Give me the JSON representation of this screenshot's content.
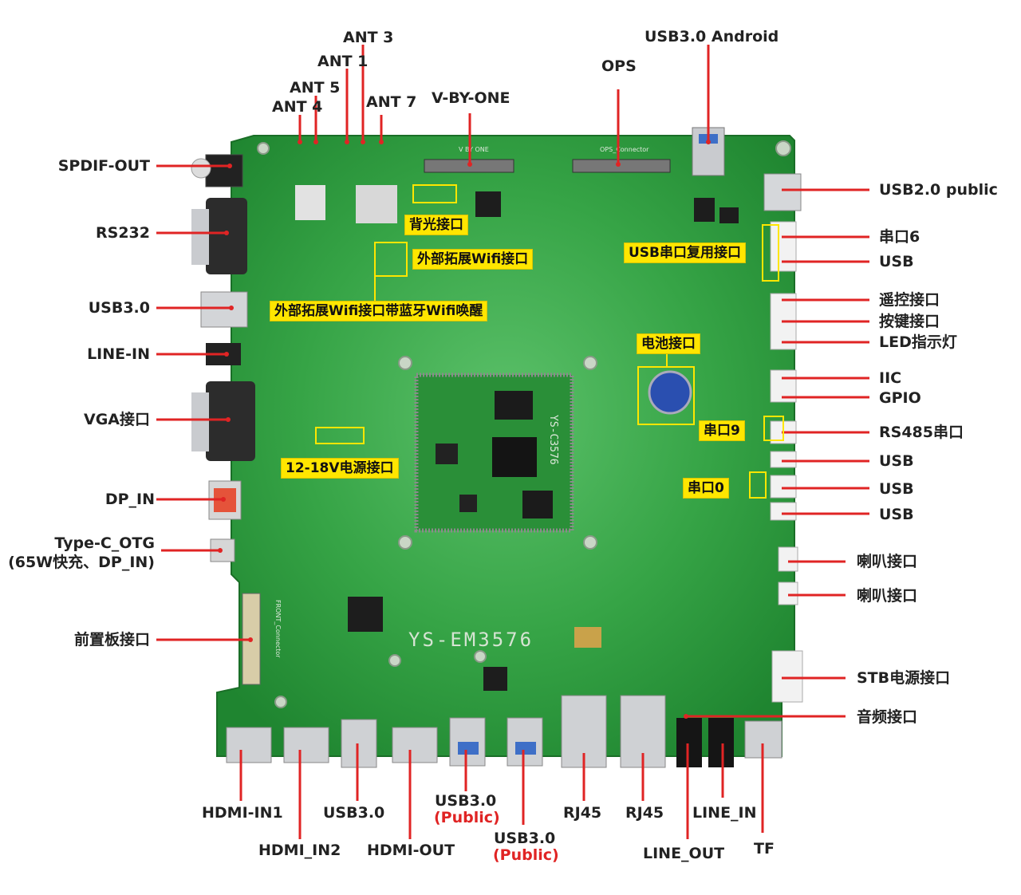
{
  "board": {
    "model": "YS-EM3576",
    "som": "YS-C3576",
    "vbyone_silk": "V BY ONE",
    "ops_silk": "OPS_Connector",
    "fpc_silk": "FRONT_Connector"
  },
  "labels": {
    "ant3": "ANT 3",
    "ant1": "ANT 1",
    "ant5": "ANT 5",
    "ant4": "ANT 4",
    "ant7": "ANT 7",
    "vbyone": "V-BY-ONE",
    "ops": "OPS",
    "usb30_android": "USB3.0 Android",
    "spdif_out": "SPDIF-OUT",
    "rs232": "RS232",
    "usb30_left": "USB3.0",
    "line_in_left": "LINE-IN",
    "vga": "VGA接口",
    "dp_in": "DP_IN",
    "typec_line1": "Type-C_OTG",
    "typec_line2": "(65W快充、DP_IN)",
    "front_panel": "前置板接口",
    "usb20_public": "USB2.0 public",
    "uart6": "串口6",
    "usb_r1": "USB",
    "remote": "遥控接口",
    "keys": "按键接口",
    "led": "LED指示灯",
    "iic": "IIC",
    "gpio": "GPIO",
    "rs485": "RS485串口",
    "usb_r2": "USB",
    "usb_r3": "USB",
    "usb_r4": "USB",
    "speaker1": "喇叭接口",
    "speaker2": "喇叭接口",
    "stb_power": "STB电源接口",
    "audio": "音频接口",
    "hdmi_in1": "HDMI-IN1",
    "hdmi_in2": "HDMI_IN2",
    "usb30_bottom": "USB3.0",
    "hdmi_out": "HDMI-OUT",
    "usb30_pub1": "USB3.0",
    "usb30_pub2": "USB3.0",
    "public": "(Public)",
    "rj45_1": "RJ45",
    "rj45_2": "RJ45",
    "line_out": "LINE_OUT",
    "line_in_bottom": "LINE_IN",
    "tf": "TF"
  },
  "tags": {
    "backlight": "背光接口",
    "ext_wifi": "外部拓展Wifi接口",
    "ext_wifi_bt": "外部拓展Wifi接口带蓝牙Wifi唤醒",
    "usb_uart": "USB串口复用接口",
    "battery": "电池接口",
    "uart9": "串口9",
    "uart0": "串口0",
    "power": "12-18V电源接口"
  },
  "colors": {
    "board": "#2f9a3e",
    "board_dark": "#1f7a2c",
    "leader": "#e02424",
    "tag": "#ffe600",
    "text": "#222222",
    "accent_red": "#e02424"
  }
}
